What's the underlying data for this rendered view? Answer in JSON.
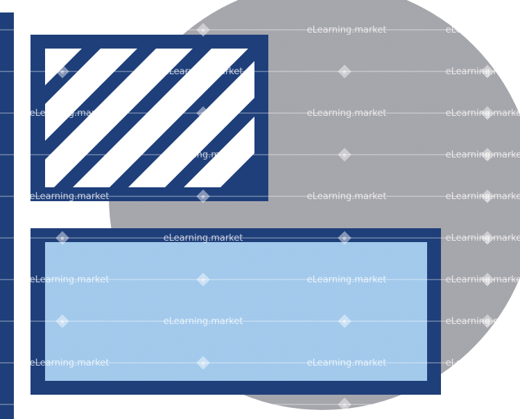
{
  "illustration": {
    "colors": {
      "navy": "#1f3f7a",
      "light_blue": "#a4cbed",
      "gray_circle": "#a7a7ae",
      "white": "#ffffff"
    },
    "shapes": {
      "left_bar": "vertical-navy-bar",
      "top_panel": "navy-frame-diagonal-white-stripes",
      "bottom_panel": "navy-frame-light-blue-fill",
      "background": "gray-circle"
    }
  },
  "watermark": {
    "text": "eLearning.market",
    "badge_letter": "e"
  }
}
